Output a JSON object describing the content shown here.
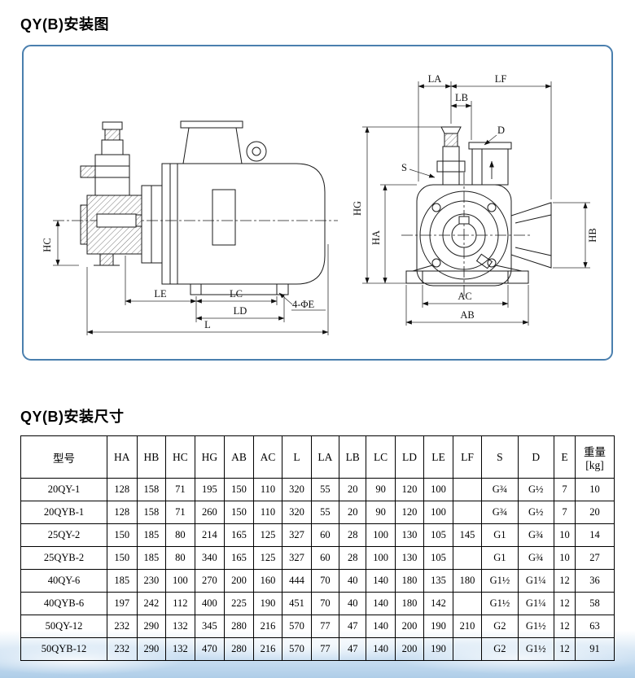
{
  "page": {
    "title_diagram": "QY(B)安装图",
    "title_table": "QY(B)安装尺寸"
  },
  "diagram": {
    "side_view": {
      "hc": "HC",
      "le": "LE",
      "lc": "LC",
      "ld": "LD",
      "l": "L",
      "bolt_hole": "4-ΦE"
    },
    "end_view": {
      "la": "LA",
      "lf": "LF",
      "lb": "LB",
      "d": "D",
      "s": "S",
      "hg": "HG",
      "ha": "HA",
      "hb": "HB",
      "ac": "AC",
      "ab": "AB"
    }
  },
  "table": {
    "headers": [
      "型号",
      "HA",
      "HB",
      "HC",
      "HG",
      "AB",
      "AC",
      "L",
      "LA",
      "LB",
      "LC",
      "LD",
      "LE",
      "LF",
      "S",
      "D",
      "E",
      "重量\n[kg]"
    ],
    "rows": [
      [
        "20QY-1",
        "128",
        "158",
        "71",
        "195",
        "150",
        "110",
        "320",
        "55",
        "20",
        "90",
        "120",
        "100",
        "",
        "G¾",
        "G½",
        "7",
        "10"
      ],
      [
        "20QYB-1",
        "128",
        "158",
        "71",
        "260",
        "150",
        "110",
        "320",
        "55",
        "20",
        "90",
        "120",
        "100",
        "",
        "G¾",
        "G½",
        "7",
        "20"
      ],
      [
        "25QY-2",
        "150",
        "185",
        "80",
        "214",
        "165",
        "125",
        "327",
        "60",
        "28",
        "100",
        "130",
        "105",
        "145",
        "G1",
        "G¾",
        "10",
        "14"
      ],
      [
        "25QYB-2",
        "150",
        "185",
        "80",
        "340",
        "165",
        "125",
        "327",
        "60",
        "28",
        "100",
        "130",
        "105",
        "",
        "G1",
        "G¾",
        "10",
        "27"
      ],
      [
        "40QY-6",
        "185",
        "230",
        "100",
        "270",
        "200",
        "160",
        "444",
        "70",
        "40",
        "140",
        "180",
        "135",
        "180",
        "G1½",
        "G1¼",
        "12",
        "36"
      ],
      [
        "40QYB-6",
        "197",
        "242",
        "112",
        "400",
        "225",
        "190",
        "451",
        "70",
        "40",
        "140",
        "180",
        "142",
        "",
        "G1½",
        "G1¼",
        "12",
        "58"
      ],
      [
        "50QY-12",
        "232",
        "290",
        "132",
        "345",
        "280",
        "216",
        "570",
        "77",
        "47",
        "140",
        "200",
        "190",
        "210",
        "G2",
        "G1½",
        "12",
        "63"
      ],
      [
        "50QYB-12",
        "232",
        "290",
        "132",
        "470",
        "280",
        "216",
        "570",
        "77",
        "47",
        "140",
        "200",
        "190",
        "",
        "G2",
        "G1½",
        "12",
        "91"
      ]
    ]
  },
  "colors": {
    "diagram_border": "#4a7fae",
    "wave_band": "#aecde8"
  }
}
